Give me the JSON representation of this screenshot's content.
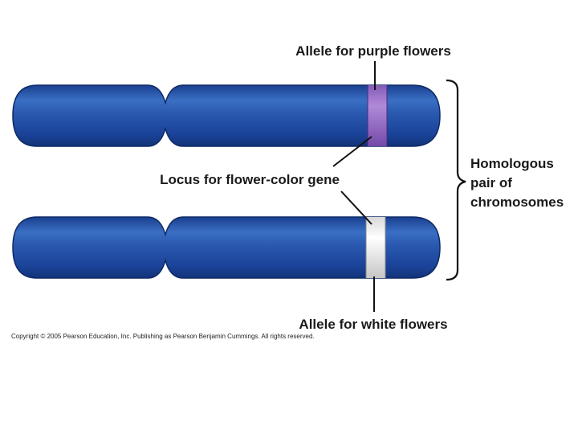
{
  "labels": {
    "allele_top": "Allele for purple flowers",
    "locus": "Locus for flower-color gene",
    "homologous_line1": "Homologous",
    "homologous_line2": "pair of",
    "homologous_line3": "chromosomes",
    "allele_bottom": "Allele for white flowers"
  },
  "copyright": "Copyright © 2005 Pearson Education, Inc. Publishing as Pearson Benjamin Cummings. All rights reserved.",
  "colors": {
    "chromosome": "#1e4aa0",
    "chromosome_dark": "#133580",
    "chromosome_highlight": "#4a7fd0",
    "band_purple": "#9a6cc8",
    "band_white": "#e8e8e8",
    "line": "#111111"
  }
}
